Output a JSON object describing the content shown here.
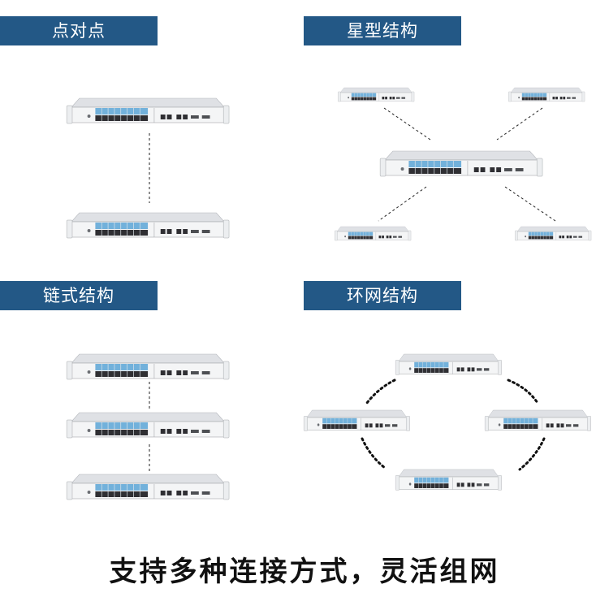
{
  "topologies": {
    "point_to_point": {
      "label": "点对点"
    },
    "star": {
      "label": "星型结构"
    },
    "chain": {
      "label": "链式结构"
    },
    "ring": {
      "label": "环网结构"
    }
  },
  "caption": "支持多种连接方式，灵活组网",
  "colors": {
    "banner": "#235886",
    "port_accent": "#5aa5d6",
    "connector": "#222222"
  }
}
